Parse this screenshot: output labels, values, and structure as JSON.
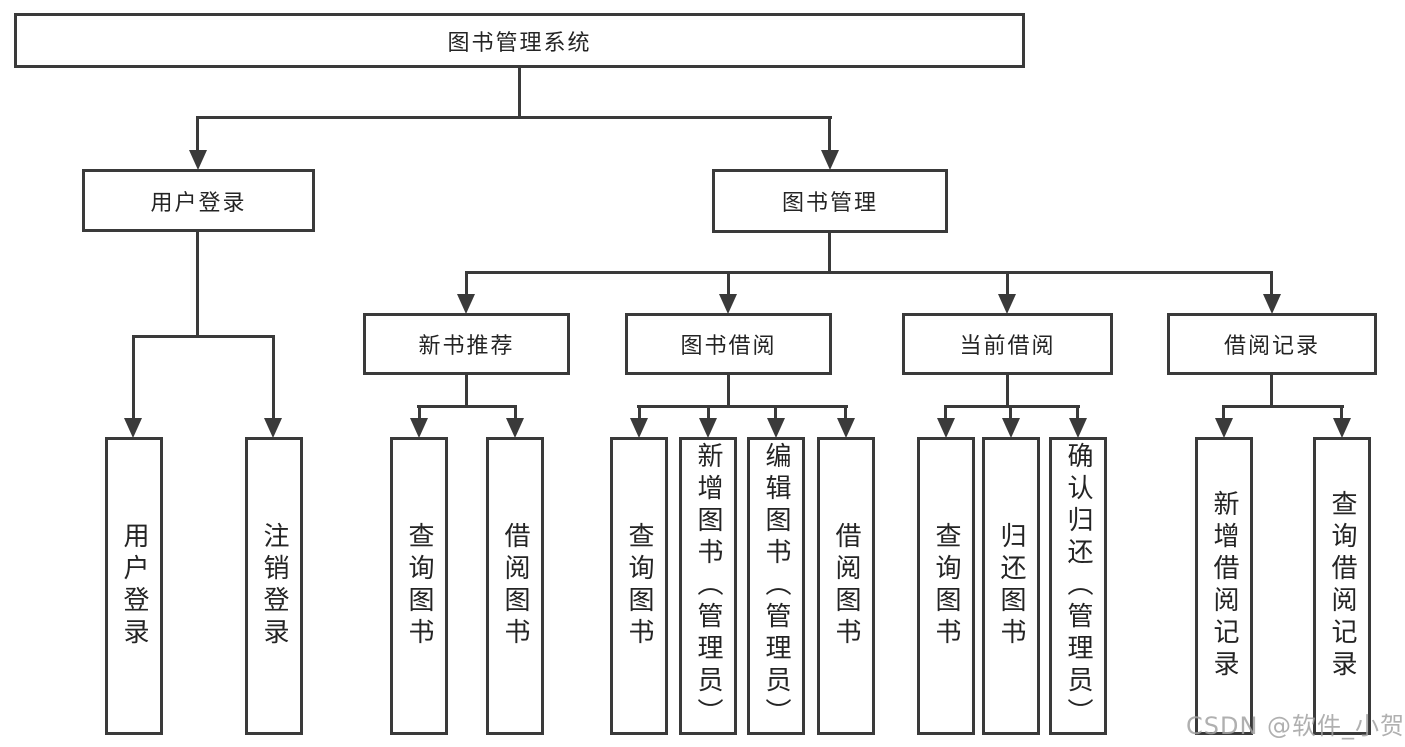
{
  "tree": {
    "label": "图书管理系统",
    "children": [
      {
        "label": "用户登录",
        "children": [
          {
            "label": "用户登录"
          },
          {
            "label": "注销登录"
          }
        ]
      },
      {
        "label": "图书管理",
        "children": [
          {
            "label": "新书推荐",
            "children": [
              {
                "label": "查询图书"
              },
              {
                "label": "借阅图书"
              }
            ]
          },
          {
            "label": "图书借阅",
            "children": [
              {
                "label": "查询图书"
              },
              {
                "label": "新增图书（管理员）"
              },
              {
                "label": "编辑图书（管理员）"
              },
              {
                "label": "借阅图书"
              }
            ]
          },
          {
            "label": "当前借阅",
            "children": [
              {
                "label": "查询图书"
              },
              {
                "label": "归还图书"
              },
              {
                "label": "确认归还（管理员）"
              }
            ]
          },
          {
            "label": "借阅记录",
            "children": [
              {
                "label": "新增借阅记录"
              },
              {
                "label": "查询借阅记录"
              }
            ]
          }
        ]
      }
    ]
  },
  "watermark": "CSDN @软件_小贺同学",
  "colors": {
    "line": "#3a3a3a",
    "text": "#242424",
    "background": "#ffffff",
    "watermark": "#a3a3a3"
  }
}
